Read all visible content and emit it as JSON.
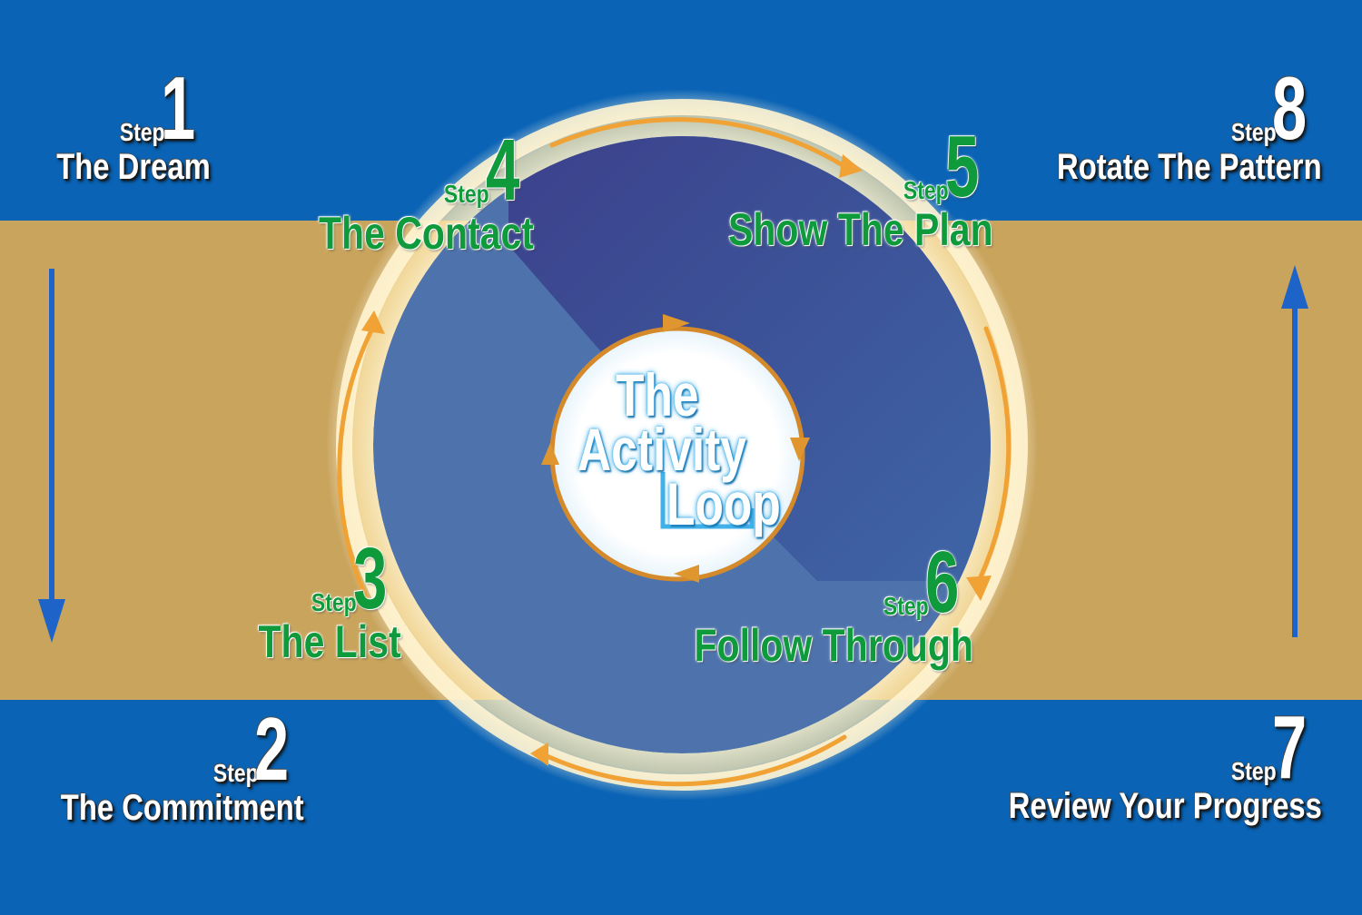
{
  "center": {
    "title_line1": "The",
    "title_line2": "Activity",
    "title_line3": "Loop"
  },
  "steps": [
    {
      "id": 1,
      "word": "Step",
      "number": "1",
      "title": "The Dream"
    },
    {
      "id": 2,
      "word": "Step",
      "number": "2",
      "title": "The Commitment"
    },
    {
      "id": 3,
      "word": "Step",
      "number": "3",
      "title": "The List"
    },
    {
      "id": 4,
      "word": "Step",
      "number": "4",
      "title": "The Contact"
    },
    {
      "id": 5,
      "word": "Step",
      "number": "5",
      "title": "Show The Plan"
    },
    {
      "id": 6,
      "word": "Step",
      "number": "6",
      "title": "Follow Through"
    },
    {
      "id": 7,
      "word": "Step",
      "number": "7",
      "title": "Review Your Progress"
    },
    {
      "id": 8,
      "word": "Step",
      "number": "8",
      "title": "Rotate The Pattern"
    }
  ],
  "colors": {
    "background_blue": "#0a63b4",
    "band_gold": "#c9a45c",
    "disc_blue": "#4e73ac",
    "disc_purple": "#41488f",
    "arrow_orange": "#f0a234",
    "arrow_blue": "#1e63c8",
    "step_green": "#0f9a3c",
    "step_white": "#ffffff"
  }
}
